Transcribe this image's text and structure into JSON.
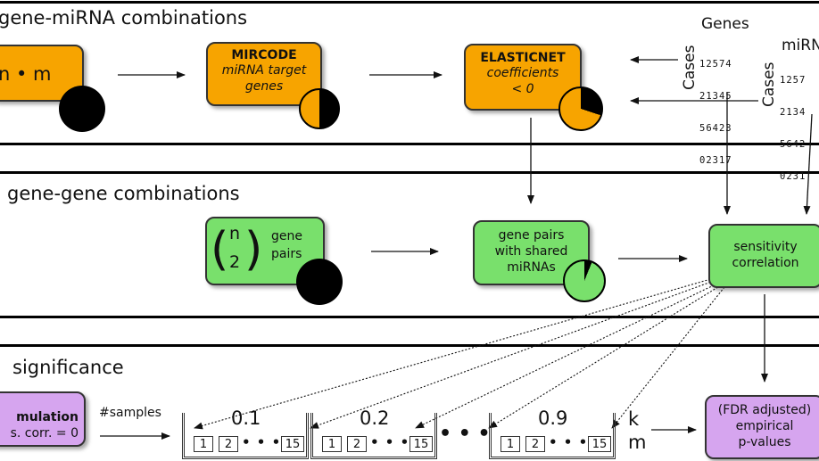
{
  "sections": [
    {
      "title": "gene-miRNA combinations"
    },
    {
      "title": "gene-gene combinations"
    },
    {
      "title": "significance"
    }
  ],
  "nodes": {
    "nm": {
      "label": "n • m"
    },
    "mircode": {
      "title": "MIRCODE",
      "line1": "miRNA target",
      "line2": "genes"
    },
    "elasticnet": {
      "title": "ELASTICNET",
      "line1": "coefficients",
      "line2": "< 0"
    },
    "binom": {
      "n": "n",
      "k": "2",
      "line1": "gene",
      "line2": "pairs"
    },
    "shared": {
      "line1": "gene pairs",
      "line2": "with shared",
      "line3": "miRNAs"
    },
    "sensitivity": {
      "line1": "sensitivity",
      "line2": "correlation"
    },
    "simulation": {
      "line1": "mulation",
      "line2": "s. corr. = 0"
    },
    "pvalues": {
      "line1": "(FDR adjusted)",
      "line2": "empirical",
      "line3": "p-values"
    }
  },
  "matrices": {
    "genes": {
      "title": "Genes",
      "side": "Cases",
      "rows": [
        "12574",
        "21345",
        "56423",
        "02317"
      ]
    },
    "mirna": {
      "title": "miRN",
      "side": "Cases",
      "rows": [
        "1257",
        "2134",
        "5642",
        "0231"
      ]
    }
  },
  "samples_label": "#samples",
  "buckets": [
    {
      "value": "0.1",
      "cells": [
        "1",
        "2",
        "15"
      ]
    },
    {
      "value": "0.2",
      "cells": [
        "1",
        "2",
        "15"
      ]
    },
    {
      "value": "0.9",
      "cells": [
        "1",
        "2",
        "15"
      ]
    }
  ],
  "bucket_dots": "• • •",
  "cell_dots": "• • •",
  "km": {
    "k": "k",
    "m": "m"
  },
  "colors": {
    "orange": "#f7a400",
    "green": "#79e06c",
    "purple": "#d6a5ef"
  }
}
